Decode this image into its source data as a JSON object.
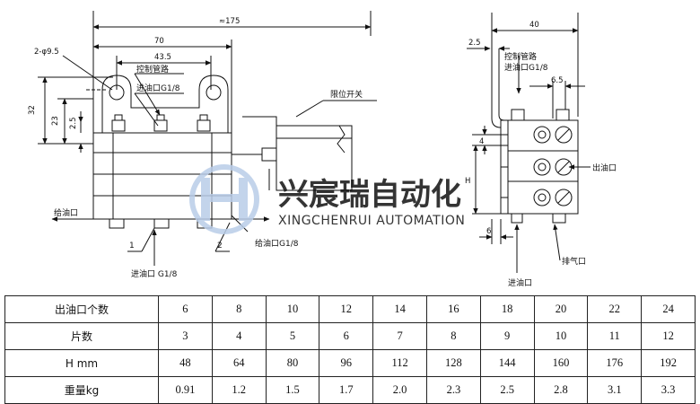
{
  "watermark": {
    "cn": "兴宸瑞自动化",
    "en": "XINGCHENRUI AUTOMATION"
  },
  "front_view": {
    "dim_total": "≈175",
    "dim_70": "70",
    "dim_43_5": "43.5",
    "dim_hole": "2-φ9.5",
    "dim_32": "32",
    "dim_23": "23",
    "dim_2_5": "2.5",
    "label_control_pipe": "控制管路",
    "label_inlet_top": "进油口G1/8",
    "label_limit_switch": "限位开关",
    "label_feed_port": "给油口",
    "label_feed_port_size": "给油口G1/8",
    "label_inlet_bottom": "进油口 G1/8",
    "callout_1": "1",
    "callout_2": "2"
  },
  "side_view": {
    "dim_40": "40",
    "dim_2_5": "2.5",
    "dim_6_5": "6.5",
    "dim_4": "4",
    "dim_h": "H",
    "dim_6": "6",
    "label_control_pipe": "控制管路",
    "label_inlet_top": "进油口G1/8",
    "label_outlet": "出油口",
    "label_vent": "排气口",
    "label_inlet_bottom": "进油口"
  },
  "table": {
    "rows": [
      {
        "head": "出油口个数",
        "cells": [
          "6",
          "8",
          "10",
          "12",
          "14",
          "16",
          "18",
          "20",
          "22",
          "24"
        ]
      },
      {
        "head": "片数",
        "cells": [
          "3",
          "4",
          "5",
          "6",
          "7",
          "8",
          "9",
          "10",
          "11",
          "12"
        ]
      },
      {
        "head": "H mm",
        "cells": [
          "48",
          "64",
          "80",
          "96",
          "112",
          "128",
          "144",
          "160",
          "176",
          "192"
        ]
      },
      {
        "head": "重量kg",
        "cells": [
          "0.91",
          "1.2",
          "1.5",
          "1.7",
          "2.0",
          "2.3",
          "2.5",
          "2.8",
          "3.1",
          "3.3"
        ]
      }
    ]
  }
}
